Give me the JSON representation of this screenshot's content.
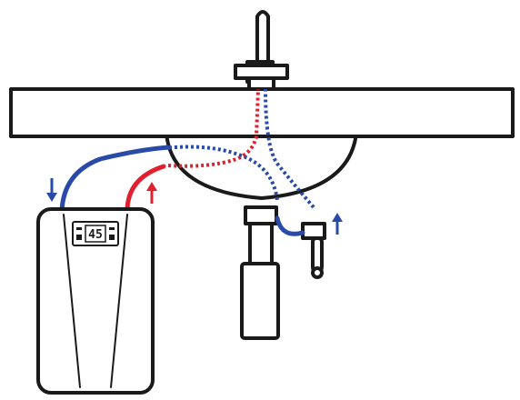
{
  "heater": {
    "display_value": "45"
  },
  "colors": {
    "cold": "#2a4aa8",
    "hot": "#e0202e",
    "outline": "#1a1a1a"
  },
  "icons": [
    "cold-water-arrow-down",
    "hot-water-arrow-up",
    "cold-supply-arrow-up"
  ]
}
